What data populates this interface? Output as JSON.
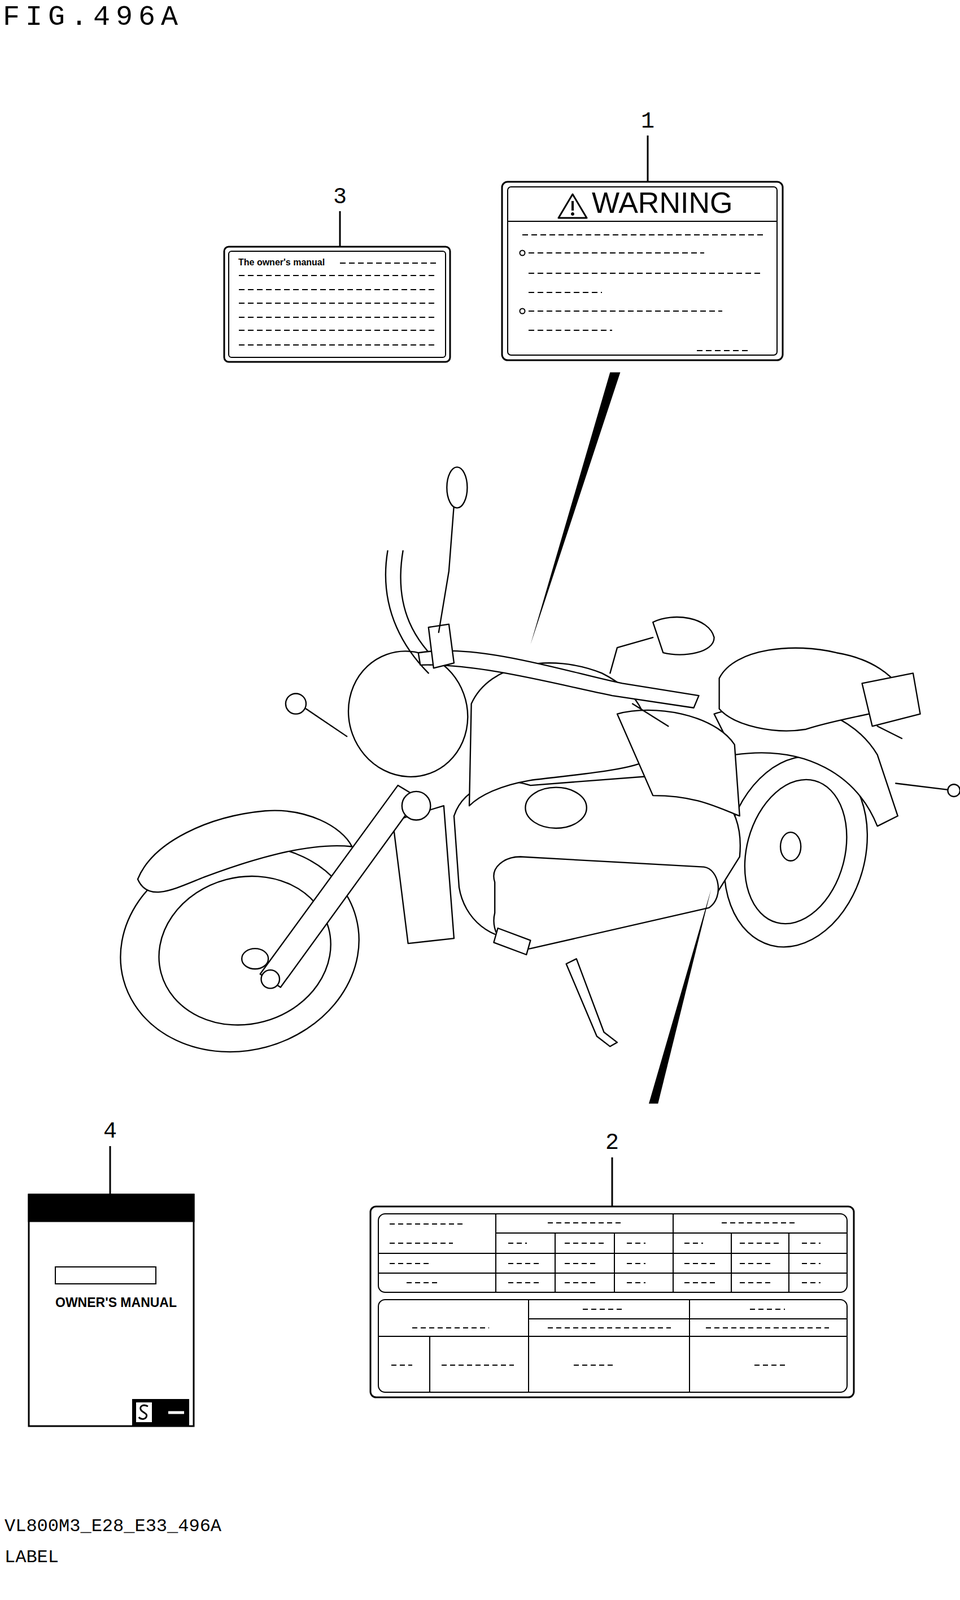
{
  "diagram": {
    "title": "FIG.496A",
    "nodes": [
      {
        "text": [
          "WARNING"
        ]
      },
      {
        "text": [
          "The owner's manual"
        ]
      },
      {
        "text": [
          "OWNER'S MANUAL"
        ]
      }
    ],
    "labels": [
      "1",
      "2",
      "3",
      "4",
      "VL800M3_E28_E33_496A",
      "LABEL"
    ]
  }
}
